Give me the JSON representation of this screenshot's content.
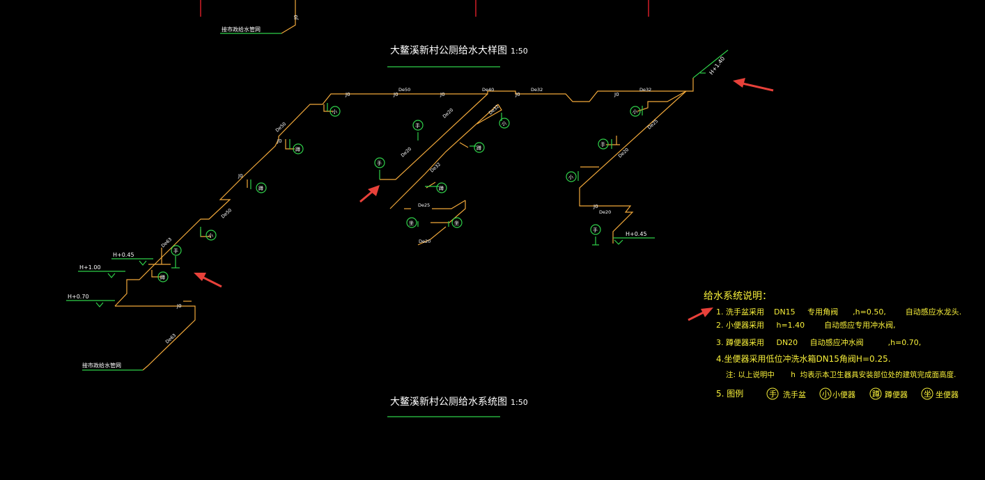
{
  "drawing": {
    "title_detail": "大鳌溪新村公厕给水大样图",
    "scale_detail": "1:50",
    "title_system": "大鳌溪新村公厕给水系统图",
    "scale_system": "1:50",
    "connect_label_top": "接市政给水管网",
    "connect_label_bottom": "接市政给水管网",
    "elevations": {
      "h_1_40": "H+1.40",
      "h_0_45_left": "H+0.45",
      "h_1_00": "H+1.00",
      "h_0_70": "H+0.70",
      "h_0_45_right": "H+0.45"
    },
    "pipe_sizes": {
      "de50_top": "De50",
      "de40_top": "De40",
      "de32_mid": "De32",
      "de32_right": "De32",
      "de50_diag1": "De50",
      "de50_diag2": "De50",
      "de63_low": "De63",
      "de63_main": "De63",
      "de20_c1": "De20",
      "de32_c1": "De32",
      "de20_c2": "De20",
      "de32_c2": "De32",
      "de25_c": "De25",
      "de20_c3": "De20",
      "de25_r": "De25",
      "de20_r1": "De20",
      "de20_r2": "De20"
    },
    "valve_tag": "J0",
    "fixtures": {
      "wash": "手",
      "urinal": "小",
      "squat": "蹲",
      "seat": "坐"
    }
  },
  "notes": {
    "heading": "给水系统说明：",
    "line1": "1. 洗手盆采用    DN15     专用角阀      ,h=0.50,        自动感应水龙头.",
    "line2": "2. 小便器采用     h=1.40        自动感应专用冲水阀,",
    "line3": "3. 蹲便器采用     DN20     自动感应冲水阀          ,h=0.70,",
    "line4": "4.坐便器采用低位冲洗水箱DN15角阀H=0.25.",
    "line5": "注: 以上说明中       h  均表示本卫生器具安装部位处的建筑完成面高度.",
    "legend_prefix": "5. 图例",
    "legend": [
      {
        "symbol": "手",
        "label": "洗手盆"
      },
      {
        "symbol": "小",
        "label": "小便器"
      },
      {
        "symbol": "蹲",
        "label": "蹲便器"
      },
      {
        "symbol": "坐",
        "label": "坐便器"
      }
    ]
  },
  "colors": {
    "pipe": "#f2a93b",
    "green": "#2fd14a",
    "text": "#ffffff",
    "note": "#f7ef3a",
    "arrow": "#e8413a",
    "frame": "#e0202a"
  }
}
